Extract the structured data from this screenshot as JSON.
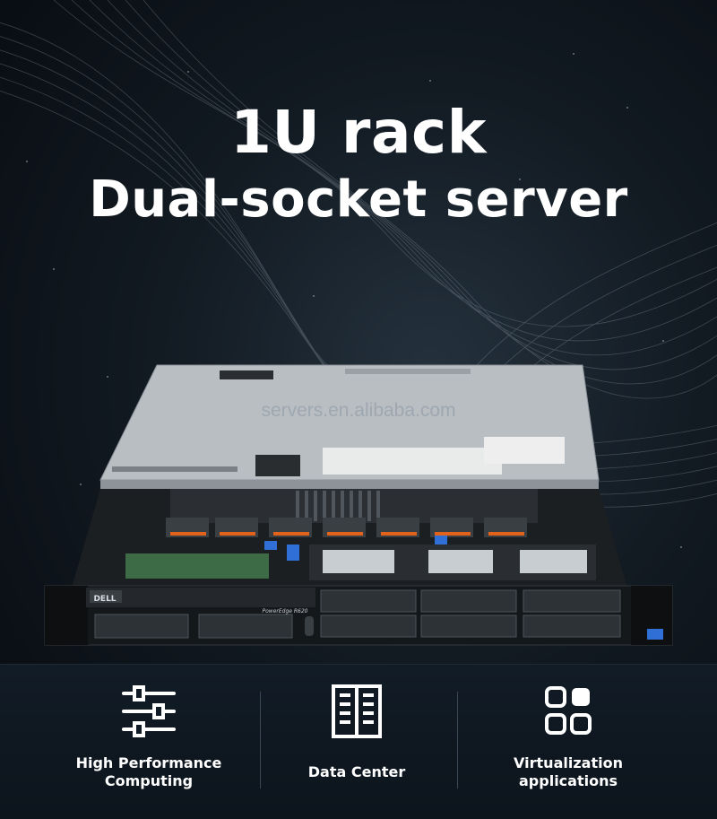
{
  "headline": {
    "line1": "1U rack",
    "line2": "Dual-socket server"
  },
  "product": {
    "watermark": "servers.en.alibaba.com",
    "brand_badge": "DELL",
    "model_badge": "PowerEdge R620"
  },
  "features": [
    {
      "icon": "sliders-icon",
      "label": "High Performance\nComputing"
    },
    {
      "icon": "server-rack-icon",
      "label": "Data Center"
    },
    {
      "icon": "app-grid-icon",
      "label": "Virtualization\napplications"
    }
  ],
  "colors": {
    "background": "#0b1118",
    "text": "#ffffff",
    "fan_accent": "#e2621c",
    "tab_blue": "#2f6fd6"
  }
}
